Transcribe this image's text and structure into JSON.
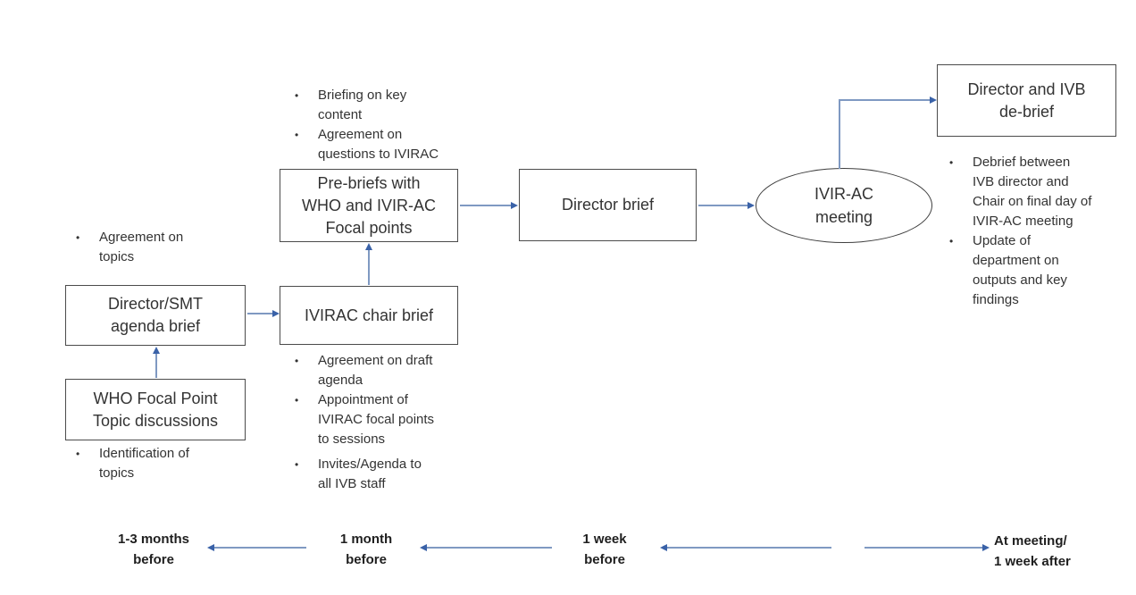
{
  "ui": {
    "bullet_char": "•"
  },
  "colors": {
    "connector_line": "#7f99c2",
    "connector_head": "#3a62a8",
    "node_border": "#4b4b4b",
    "text": "#333333",
    "timeline_text": "#1f1f1f",
    "background": "#ffffff"
  },
  "nodes": {
    "who_focal": {
      "label": "WHO Focal Point\nTopic discussions"
    },
    "director_smt": {
      "label": "Director/SMT\nagenda brief"
    },
    "ivirac_chair": {
      "label": "IVIRAC chair brief"
    },
    "pre_briefs": {
      "label": "Pre-briefs with\nWHO and IVIR-AC\nFocal points"
    },
    "director_brief": {
      "label": "Director brief"
    },
    "ivirac_meeting": {
      "label": "IVIR-AC\nmeeting"
    },
    "debrief": {
      "label": "Director and IVB\nde-brief"
    }
  },
  "lists": {
    "pre_top": {
      "items": [
        {
          "text": "Briefing on key\ncontent"
        },
        {
          "text": "Agreement on\nquestions to IVIRAC"
        }
      ]
    },
    "smt_top": {
      "items": [
        {
          "text": "Agreement on\ntopics"
        }
      ]
    },
    "who_bottom": {
      "items": [
        {
          "text": "Identification of\ntopics"
        }
      ]
    },
    "chair_bottom": {
      "items": [
        {
          "text": "Agreement on draft\nagenda"
        },
        {
          "text": "Appointment of\nIVIRAC focal points\nto sessions"
        },
        {
          "text": "Invites/Agenda to\nall IVB staff"
        }
      ]
    },
    "debrief_bottom": {
      "items": [
        {
          "text": "Debrief between\nIVB director and\nChair on final day of\nIVIR-AC meeting"
        },
        {
          "text": "Update of\ndepartment on\noutputs and key\nfindings"
        }
      ]
    }
  },
  "timeline": {
    "labels": [
      {
        "text": "1-3 months\nbefore"
      },
      {
        "text": "1 month\nbefore"
      },
      {
        "text": "1 week\nbefore"
      },
      {
        "text": "At meeting/\n1 week after"
      }
    ]
  }
}
